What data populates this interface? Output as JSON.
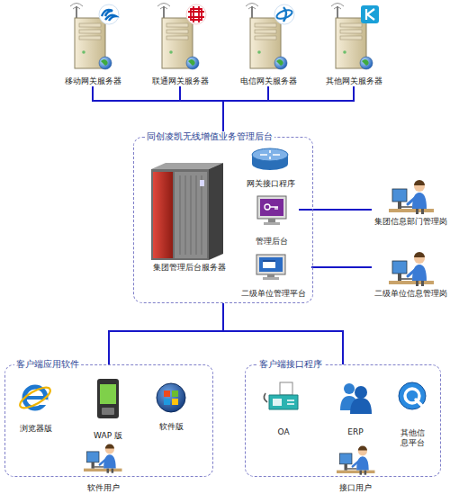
{
  "diagram": {
    "nodes": [
      {
        "text": [
          "移动网关服务器"
        ]
      },
      {
        "text": [
          "联通网关服务器"
        ]
      },
      {
        "text": [
          "电信网关服务器"
        ]
      },
      {
        "text": [
          "其他网关服务器"
        ]
      },
      {
        "text": [
          "同创凌凯无线增值业务管理后台"
        ]
      },
      {
        "text": [
          "集团管理后台服务器"
        ],
        "in": 4
      },
      {
        "text": [
          "网关接口程序"
        ],
        "in": 4
      },
      {
        "text": [
          "管理后台"
        ],
        "in": 4
      },
      {
        "text": [
          "二级单位管理平台"
        ],
        "in": 4
      },
      {
        "text": [
          "集团信息部门管理岗"
        ]
      },
      {
        "text": [
          "二级单位信息管理岗"
        ]
      },
      {
        "text": [
          "客户端应用软件"
        ]
      },
      {
        "text": [
          "浏览器版"
        ],
        "in": 11
      },
      {
        "text": [
          "WAP 版"
        ],
        "in": 11
      },
      {
        "text": [
          "软件版"
        ],
        "in": 11
      },
      {
        "text": [
          "软件用户"
        ],
        "in": 11
      },
      {
        "text": [
          "客户端接口程序"
        ]
      },
      {
        "text": [
          "OA"
        ],
        "in": 16
      },
      {
        "text": [
          "ERP"
        ],
        "in": 16
      },
      {
        "text": [
          "其他信息平台"
        ],
        "in": 16
      },
      {
        "text": [
          "接口用户"
        ],
        "in": 16
      }
    ],
    "edges": [
      {
        "from": 0,
        "to": 4,
        "arrow": "none"
      },
      {
        "from": 1,
        "to": 4,
        "arrow": "none"
      },
      {
        "from": 2,
        "to": 4,
        "arrow": "none"
      },
      {
        "from": 3,
        "to": 4,
        "arrow": "none"
      },
      {
        "from": 7,
        "to": 9,
        "arrow": "none"
      },
      {
        "from": 8,
        "to": 10,
        "arrow": "none"
      },
      {
        "from": 4,
        "to": 11,
        "arrow": "none"
      },
      {
        "from": 4,
        "to": 16,
        "arrow": "none"
      }
    ]
  }
}
